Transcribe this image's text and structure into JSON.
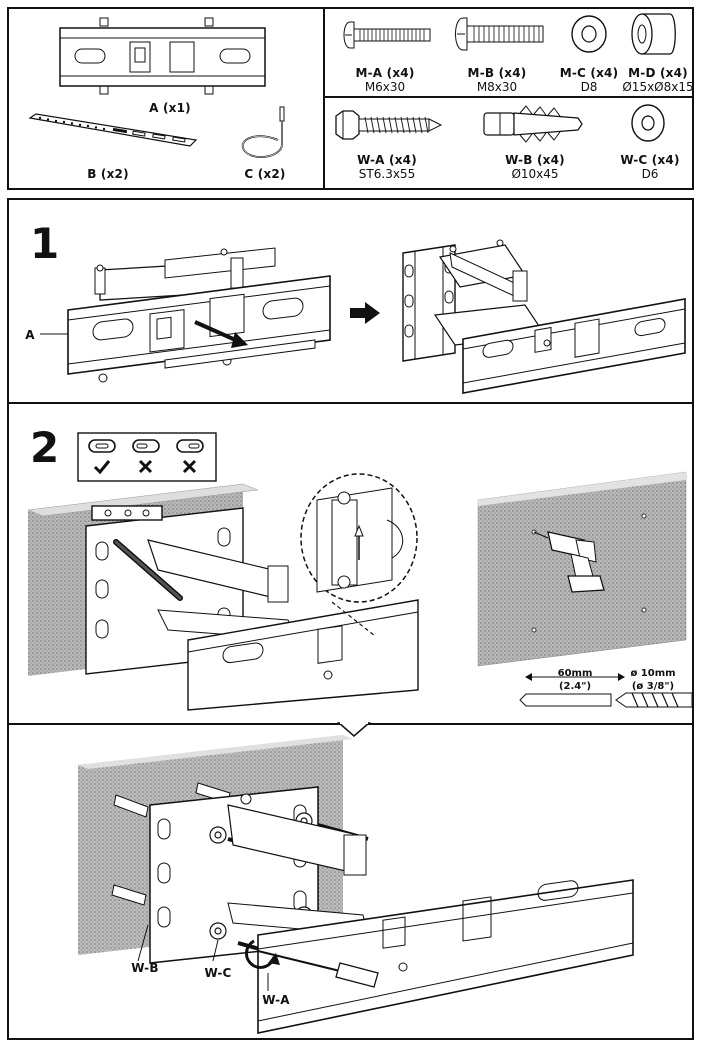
{
  "parts": {
    "A": {
      "label": "A (x1)"
    },
    "B": {
      "label": "B (x2)"
    },
    "C": {
      "label": "C (x2)"
    },
    "MA": {
      "label": "M-A (x4)",
      "spec": "M6x30"
    },
    "MB": {
      "label": "M-B (x4)",
      "spec": "M8x30"
    },
    "MC": {
      "label": "M-C (x4)",
      "spec": "D8"
    },
    "MD": {
      "label": "M-D (x4)",
      "spec": "Ø15xØ8x15"
    },
    "WA": {
      "label": "W-A (x4)",
      "spec": "ST6.3x55"
    },
    "WB": {
      "label": "W-B (x4)",
      "spec": "Ø10x45"
    },
    "WC": {
      "label": "W-C (x4)",
      "spec": "D6"
    }
  },
  "step1": {
    "number": "1",
    "part_label": "A"
  },
  "step2": {
    "number": "2",
    "depth_mm": "60mm",
    "depth_in": "(2.4\")",
    "drill_mm": "ø 10mm",
    "drill_in": "(ø 3/8\")"
  },
  "step3": {
    "wb": "W-B",
    "wc": "W-C",
    "wa": "W-A"
  }
}
